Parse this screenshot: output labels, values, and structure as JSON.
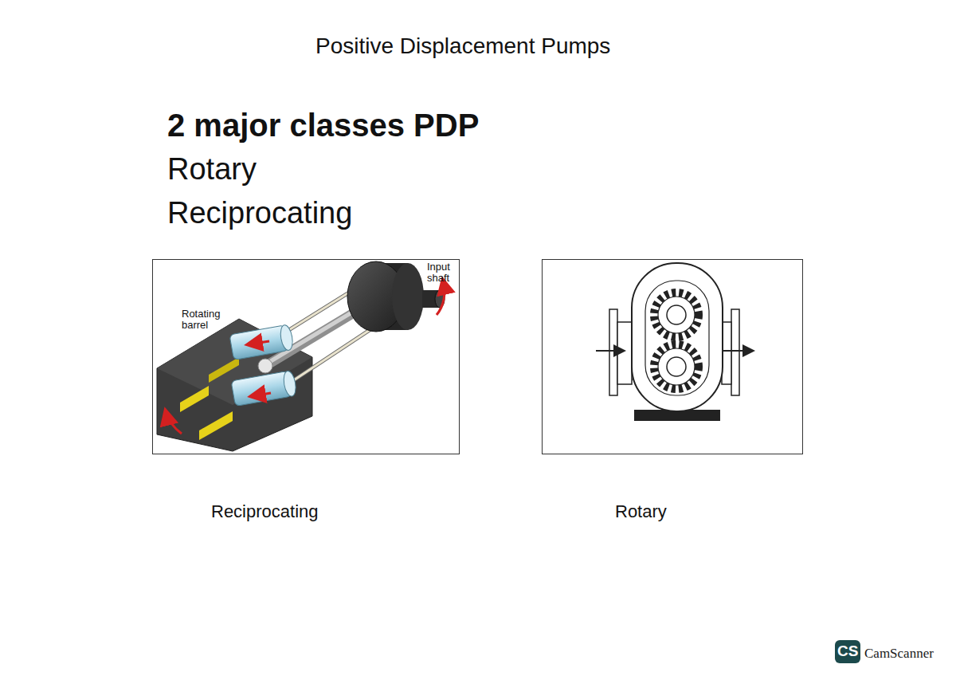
{
  "diagram": {
    "title": "Positive Displacement Pumps",
    "labels": [
      "2 major classes PDP",
      "Rotary",
      "Reciprocating",
      "Rotating barrel",
      "Input shaft",
      "Reciprocating",
      "Rotary",
      "CS",
      "CamScanner"
    ]
  }
}
